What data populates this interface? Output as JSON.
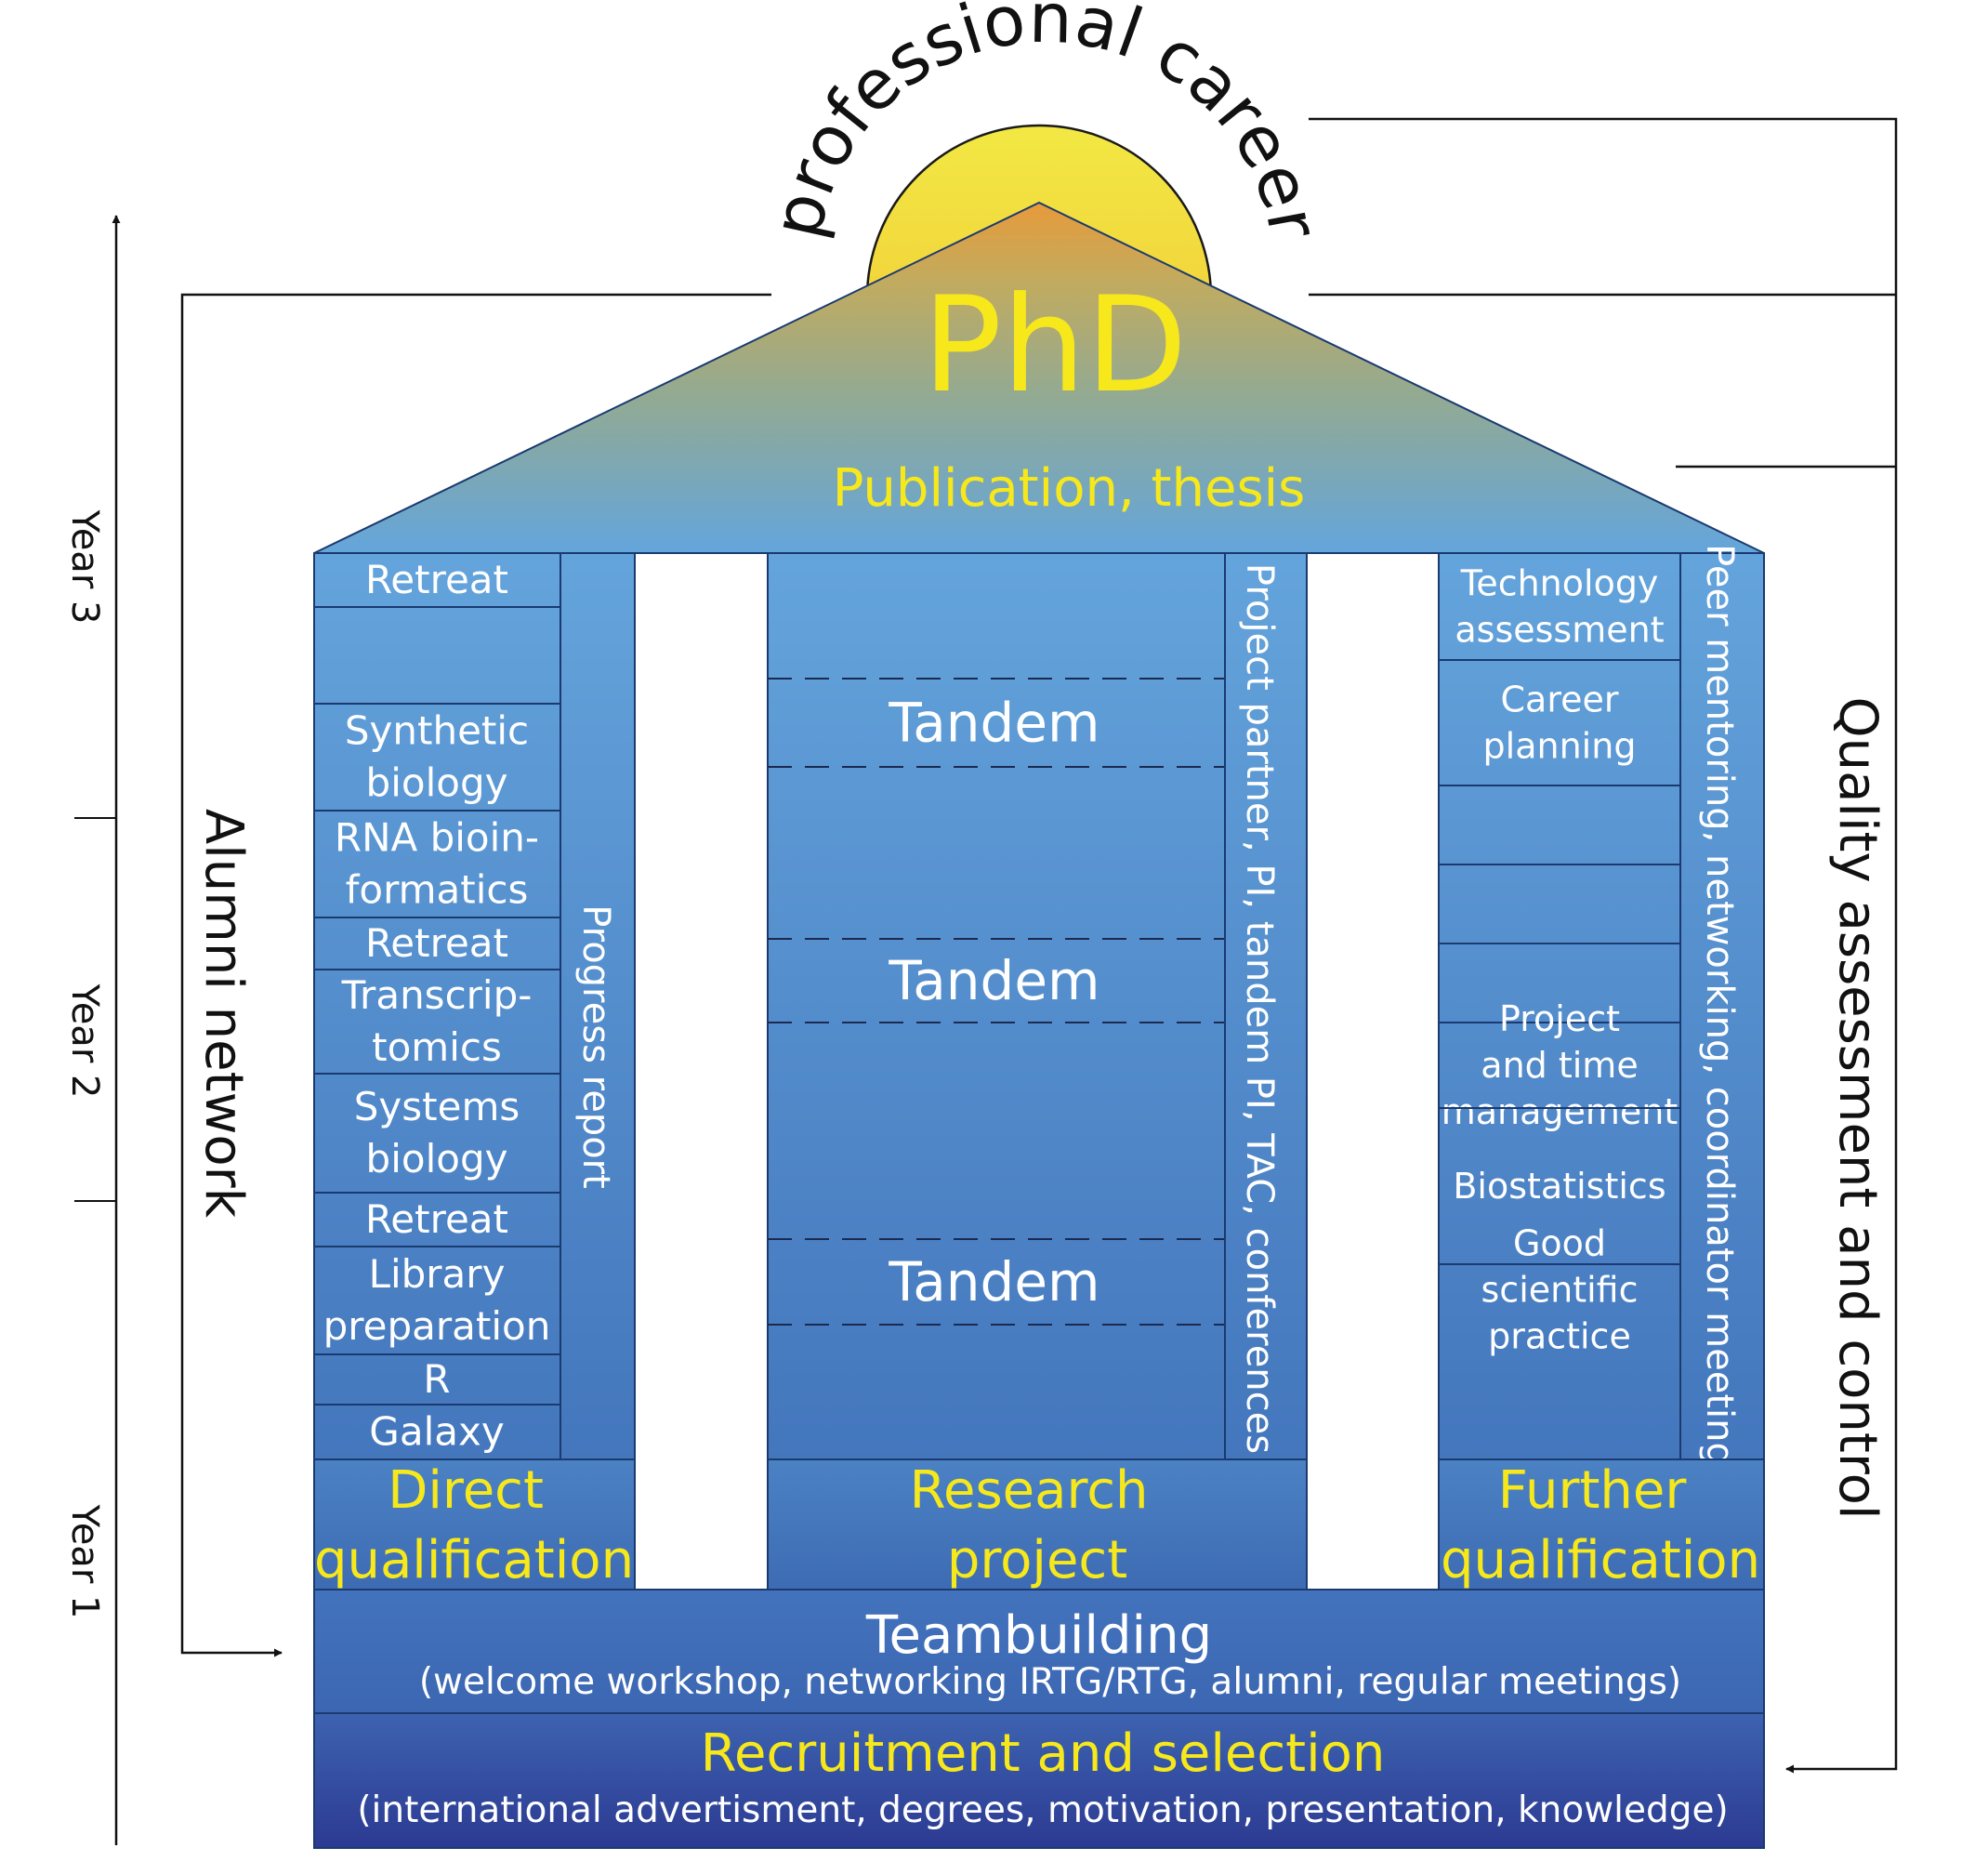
{
  "title": "PhD",
  "arc_text": "professional career",
  "roof_text": "Publication, thesis",
  "timeline": {
    "year1": "Year 1",
    "year2": "Year 2",
    "year3": "Year 3"
  },
  "alumni_network": "Alumni network",
  "quality_control": "Quality assessment and control",
  "pillars": {
    "direct": {
      "label": "Direct qualification",
      "side_label": "Progress report",
      "items": [
        "Retreat",
        "",
        "Synthetic biology",
        "RNA bioin- formatics",
        "Retreat",
        "Transcrip- tomics",
        "Systems biology",
        "Retreat",
        "Library preparation",
        "R",
        "Galaxy"
      ]
    },
    "research": {
      "label": "Research project",
      "side_label": "Project partner, PI, tandem PI, TAC, conferences",
      "tandems": [
        "Tandem",
        "Tandem",
        "Tandem"
      ]
    },
    "further": {
      "label": "Further qualification",
      "side_label": "Peer mentoring, networking, coordinator meeting",
      "items": [
        "Technology assessment",
        "Career planning",
        "",
        "",
        "",
        "Project and time management",
        "Biostatistics",
        "Good scientific practice"
      ]
    }
  },
  "teambuilding": {
    "title": "Teambuilding",
    "subtitle": "(welcome workshop, networking IRTG/RTG, alumni, regular meetings)"
  },
  "recruitment": {
    "title": "Recruitment and selection",
    "subtitle": "(international advertisment, degrees, motivation, presentation, knowledge)"
  },
  "colors": {
    "yellow_text": "#f7e81c",
    "pillar_top": "#66a6dc",
    "pillar_bottom": "#3f72b9",
    "base_dark": "#2e3d95",
    "sun_top": "#f2e53a",
    "line": "#1a3a70"
  }
}
